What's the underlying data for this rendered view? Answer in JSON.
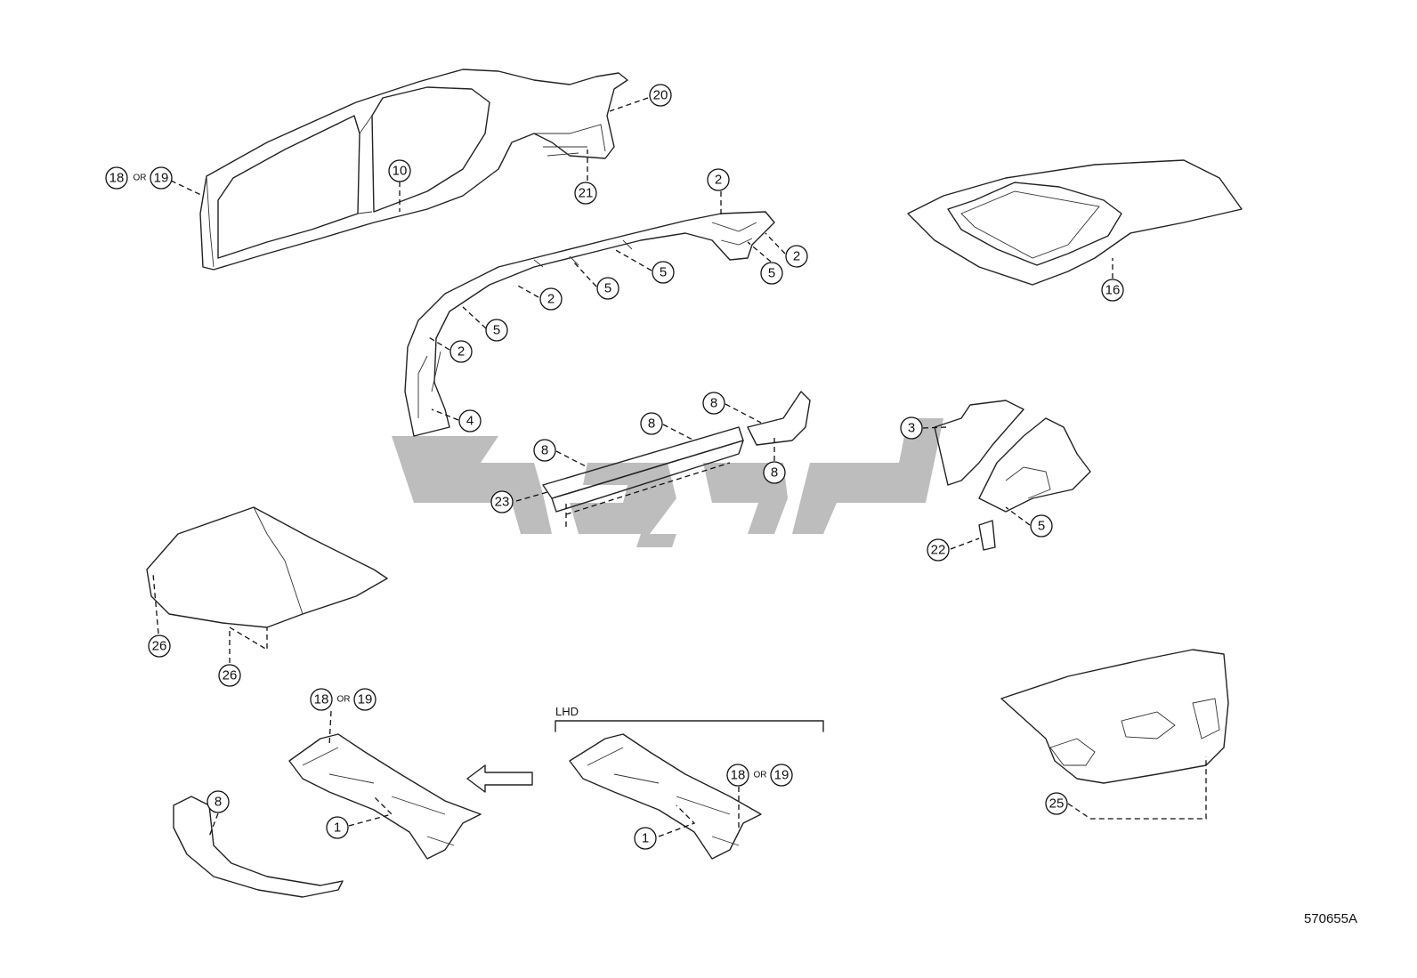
{
  "diagram": {
    "reference_code": "570655A",
    "section_label": "LHD",
    "or_word": "OR",
    "callouts": [
      "20",
      "18",
      "19",
      "10",
      "21",
      "2",
      "2",
      "5",
      "5",
      "5",
      "2",
      "5",
      "2",
      "16",
      "4",
      "8",
      "8",
      "8",
      "3",
      "23",
      "8",
      "5",
      "22",
      "26",
      "26",
      "18",
      "19",
      "8",
      "1",
      "1",
      "18",
      "19",
      "25"
    ],
    "colors": {
      "line": "#222222",
      "watermark": "#bdbdbd",
      "background": "#ffffff"
    }
  }
}
